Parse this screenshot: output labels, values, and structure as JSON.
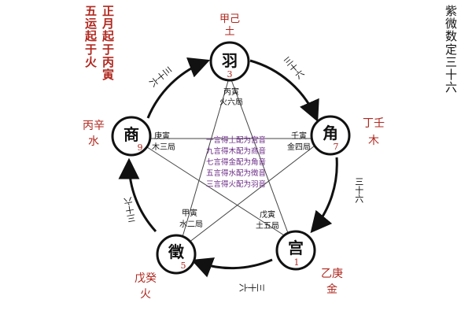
{
  "title_vertical": "紫微数定三十六",
  "left_notes": {
    "col1": "正月起于丙寅",
    "col2": "五运起于火"
  },
  "nodes": {
    "yu": {
      "glyph": "羽",
      "number": "3",
      "top_label": "甲己",
      "element": "土"
    },
    "jue": {
      "glyph": "角",
      "number": "7",
      "side_label": "丁壬",
      "element": "木"
    },
    "gong": {
      "glyph": "宫",
      "number": "1",
      "bottom_label": "乙庚",
      "element": "金"
    },
    "zhi": {
      "glyph": "徵",
      "number": "5",
      "bottom_label": "戊癸",
      "element": "火"
    },
    "shang": {
      "glyph": "商",
      "number": "9",
      "side_label": "丙辛",
      "element": "水"
    }
  },
  "arc_labels": {
    "yu_jue": "三十六",
    "jue_gong": "三十六",
    "gong_zhi": "三十六",
    "zhi_shang": "三十六",
    "shang_yu": "三十六"
  },
  "inner_labels": {
    "bingyin_line1": "丙寅",
    "bingyin_line2": "火六局",
    "renyin_line1": "壬寅",
    "renyin_line2": "金四局",
    "gengyin_line1": "庚寅",
    "gengyin_line2": "木三局",
    "jiayin_line1": "甲寅",
    "jiayin_line2": "水二局",
    "wuyin_line1": "戊寅",
    "wuyin_line2": "土五局"
  },
  "center_lines": [
    "一言得土配为宫音",
    "九言得木配为商音",
    "七言得金配为角音",
    "五言得水配为徵音",
    "三言得火配为羽音"
  ],
  "colors": {
    "red": "#b0281f",
    "black": "#111111",
    "purple": "#6b2a86"
  }
}
